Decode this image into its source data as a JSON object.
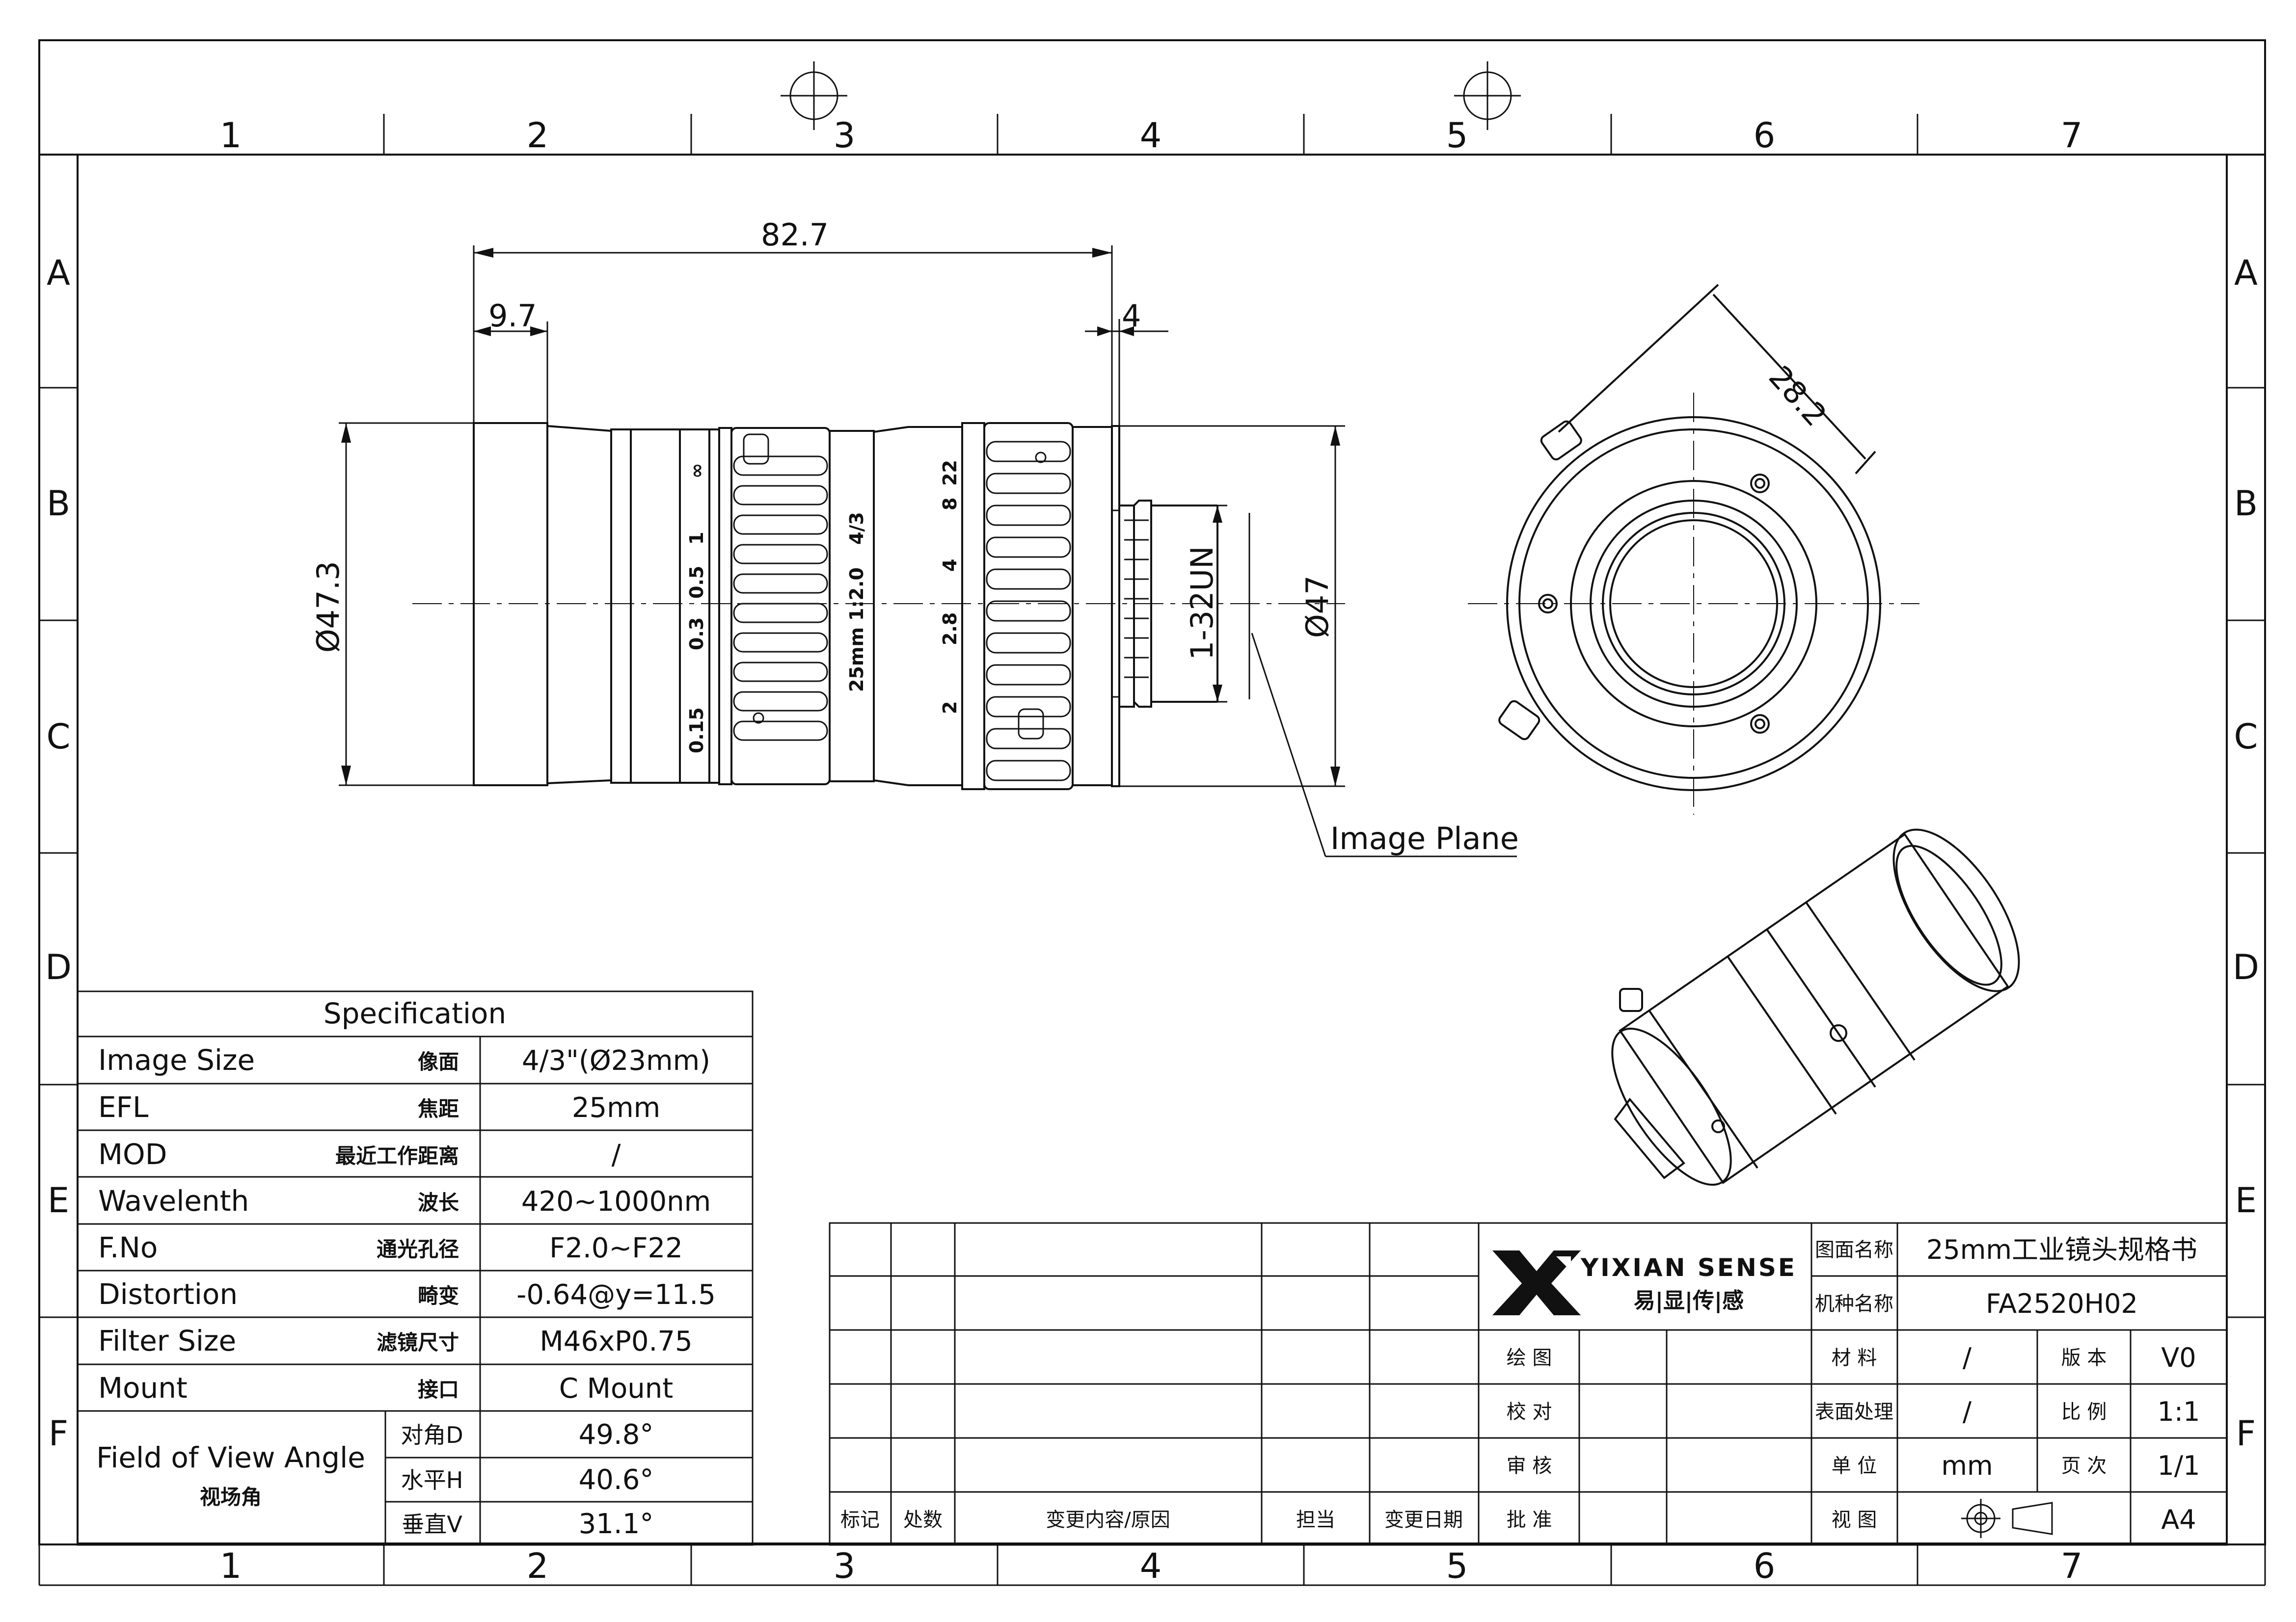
{
  "grid": {
    "columns": [
      "1",
      "2",
      "3",
      "4",
      "5",
      "6",
      "7"
    ],
    "rows": [
      "A",
      "B",
      "C",
      "D",
      "E",
      "F"
    ]
  },
  "dimensions": {
    "overall_length": "82.7",
    "front_step": "9.7",
    "flange": "4",
    "front_diameter": "Ø47.3",
    "body_diameter": "Ø47",
    "thread": "1-32UN",
    "image_plane": "Image Plane",
    "front_view_size": "28.2"
  },
  "lens_markings": {
    "focus": [
      "0.15",
      "0.3",
      "0.5",
      "1"
    ],
    "infinity": "∞",
    "model": "25mm",
    "aperture_text": "1:2.0",
    "format": "4/3",
    "f_stops": [
      "2",
      "2.8",
      "4",
      "8",
      "22"
    ]
  },
  "spec": {
    "title": "Specification",
    "rows": [
      {
        "en": "Image Size",
        "cn": "像面",
        "value": "4/3\"(Ø23mm)"
      },
      {
        "en": "EFL",
        "cn": "焦距",
        "value": "25mm"
      },
      {
        "en": "MOD",
        "cn": "最近工作距离",
        "value": "/"
      },
      {
        "en": "Wavelenth",
        "cn": "波长",
        "value": "420~1000nm"
      },
      {
        "en": "F.No",
        "cn": "通光孔径",
        "value": "F2.0~F22"
      },
      {
        "en": "Distortion",
        "cn": "畸变",
        "value": "-0.64@y=11.5"
      },
      {
        "en": "Filter Size",
        "cn": "滤镜尺寸",
        "value": "M46xP0.75"
      },
      {
        "en": "Mount",
        "cn": "接口",
        "value": "C Mount"
      }
    ],
    "fov": {
      "en": "Field of View Angle",
      "cn": "视场角",
      "rows": [
        {
          "label": "对角D",
          "value": "49.8°"
        },
        {
          "label": "水平H",
          "value": "40.6°"
        },
        {
          "label": "垂直V",
          "value": "31.1°"
        }
      ]
    }
  },
  "title_block": {
    "brand": "YIXIAN SENSE",
    "brand_cn": "易|显|传|感",
    "revision_headers": [
      "标记",
      "处数",
      "变更内容/原因",
      "担当",
      "变更日期"
    ],
    "approvals": [
      "绘 图",
      "校 对",
      "审 核",
      "批 准"
    ],
    "drawing_name_label": "图面名称",
    "drawing_name": "25mm工业镜头规格书",
    "model_label": "机种名称",
    "model": "FA2520H02",
    "material_label": "材 料",
    "material": "/",
    "version_label": "版 本",
    "version": "V0",
    "surface_label": "表面处理",
    "surface": "/",
    "scale_label": "比 例",
    "scale": "1:1",
    "unit_label": "单 位",
    "unit": "mm",
    "page_label": "页 次",
    "page": "1/1",
    "view_label": "视 图",
    "sheet": "A4"
  }
}
